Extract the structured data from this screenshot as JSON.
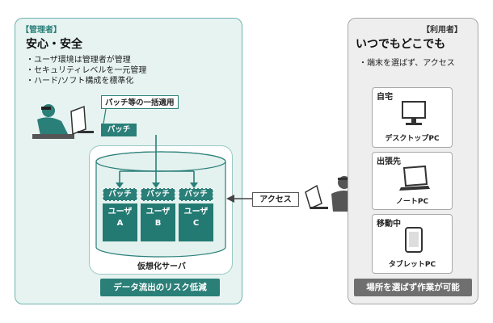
{
  "admin": {
    "tag": "【管理者】",
    "title": "安心・安全",
    "bullets": [
      "・ユーザ環境は管理者が管理",
      "・セキュリティレベルを一元管理",
      "・ハード/ソフト構成を標準化"
    ],
    "callout": "パッチ等の一括適用",
    "patch_label": "パッチ",
    "server_label": "仮想化サーバ",
    "footer": "データ流出のリスク低減",
    "vms": [
      {
        "patch": "パッチ",
        "line1": "ユーザ",
        "line2": "A"
      },
      {
        "patch": "パッチ",
        "line1": "ユーザ",
        "line2": "B"
      },
      {
        "patch": "パッチ",
        "line1": "ユーザ",
        "line2": "C"
      }
    ]
  },
  "access_label": "アクセス",
  "user": {
    "tag": "【利用者】",
    "title": "いつでもどこでも",
    "bullet": "・端末を選ばず、アクセス",
    "cards": [
      {
        "title": "自宅",
        "device": "デスクトップPC",
        "icon": "desktop-pc-icon"
      },
      {
        "title": "出張先",
        "device": "ノートPC",
        "icon": "laptop-icon"
      },
      {
        "title": "移動中",
        "device": "タブレットPC",
        "icon": "tablet-icon"
      }
    ],
    "footer": "場所を選ばず作業が可能"
  },
  "colors": {
    "admin_bg": "#e6f3f1",
    "accent_green": "#2a7f78",
    "user_bg": "#eeeeee",
    "gray_footer": "#6f6f6f"
  }
}
